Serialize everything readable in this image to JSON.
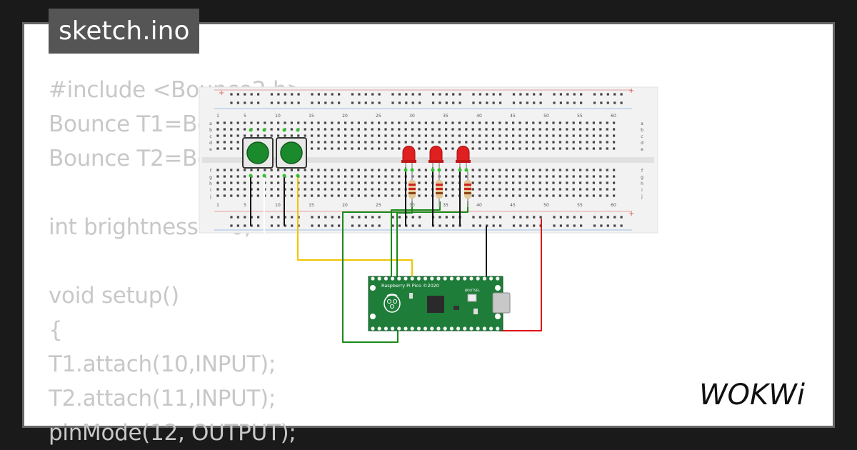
{
  "title": "sketch.ino",
  "code_lines": [
    "#include <Bounce2.h>",
    "Bounce T1=Bo",
    "Bounce T2=Bo",
    "",
    "int brightness = 0;",
    "",
    "void setup()",
    "{",
    "T1.attach(10,INPUT);",
    "T2.attach(11,INPUT);",
    "pinMode(12, OUTPUT);"
  ],
  "breadboard": {
    "column_numbers": [
      "1",
      "5",
      "10",
      "15",
      "20",
      "25",
      "30",
      "35",
      "40",
      "45",
      "50",
      "55",
      "60"
    ],
    "row_letters_top": [
      "a",
      "b",
      "c",
      "d",
      "e"
    ],
    "row_letters_bottom": [
      "f",
      "g",
      "h",
      "i",
      "j"
    ]
  },
  "pico": {
    "label": "Raspberry Pi Pico ©2020",
    "bootsel_label": "BOOTSEL"
  },
  "brand": "WOKWi",
  "colors": {
    "background": "#1a1a1a",
    "card": "#ffffff",
    "title_bg": "#555555",
    "code_text": "#c8c8c8",
    "breadboard": "#f2f2f2",
    "pico_green": "#1f7d3a",
    "led_red": "#e02020",
    "button_green": "#1b8a2c",
    "wire_green": "#1a8a1a",
    "wire_yellow": "#f0c400",
    "wire_red": "#e00000",
    "wire_black": "#111111"
  }
}
